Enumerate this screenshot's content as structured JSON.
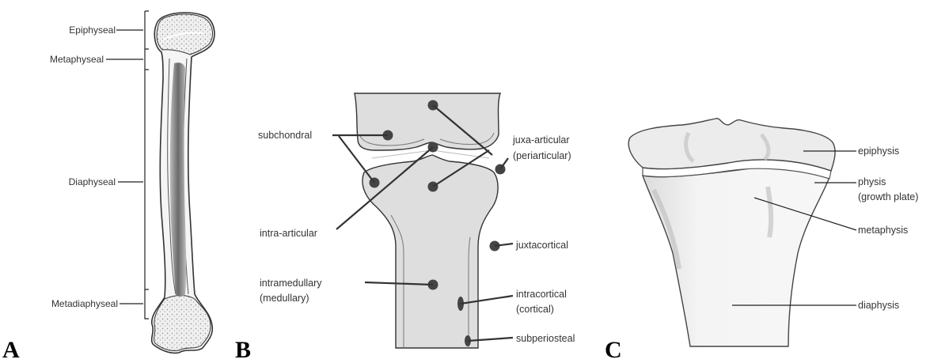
{
  "panel_a": {
    "letter": "A",
    "labels": {
      "epiphyseal": "Epiphyseal",
      "metaphyseal": "Metaphyseal",
      "diaphyseal": "Diaphyseal",
      "metadiaphyseal": "Metadiaphyseal"
    }
  },
  "panel_b": {
    "letter": "B",
    "labels": {
      "subchondral": "subchondral",
      "juxta_articular_1": "juxa-articular",
      "juxta_articular_2": "(periarticular)",
      "intra_articular": "intra-articular",
      "juxtacortical": "juxtacortical",
      "intramedullary_1": "intramedullary",
      "intramedullary_2": "(medullary)",
      "intracortical_1": "intracortical",
      "intracortical_2": "(cortical)",
      "subperiosteal": "subperiosteal"
    }
  },
  "panel_c": {
    "letter": "C",
    "labels": {
      "epiphysis": "epiphysis",
      "physis_1": "physis",
      "physis_2": "(growth plate)",
      "metaphysis": "metaphysis",
      "diaphysis": "diaphysis"
    }
  },
  "colors": {
    "bone_fill": "#dedede",
    "marrow": "#6e6e6e",
    "joint_fill": "#c9c9c9",
    "outline": "#333333"
  }
}
